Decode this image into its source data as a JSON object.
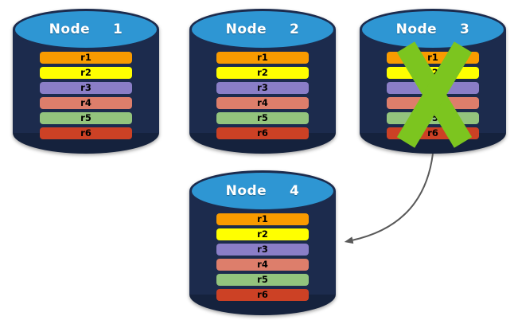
{
  "diagram": {
    "nodes": [
      {
        "label": "Node  1",
        "crossed_out": false
      },
      {
        "label": "Node  2",
        "crossed_out": false
      },
      {
        "label": "Node  3",
        "crossed_out": true
      },
      {
        "label": "Node  4",
        "crossed_out": false
      }
    ],
    "rows": [
      {
        "label": "r1",
        "color": "#F99B00"
      },
      {
        "label": "r2",
        "color": "#FFFF00"
      },
      {
        "label": "r3",
        "color": "#8A7EC7"
      },
      {
        "label": "r4",
        "color": "#DD7E6B"
      },
      {
        "label": "r5",
        "color": "#93C47D"
      },
      {
        "label": "r6",
        "color": "#CC4125"
      }
    ],
    "colors": {
      "cylinder_top": "#2E96D3",
      "cylinder_body": "#1C2B4D",
      "cylinder_bottom": "#15223D",
      "cross": "#7CC51F",
      "arrow": "#595959"
    },
    "arrow": {
      "from_node": "Node 3",
      "to_node": "Node 4"
    },
    "icons": {
      "failure_cross": "green-x-cross",
      "failover_arrow": "curved-arrow"
    }
  }
}
